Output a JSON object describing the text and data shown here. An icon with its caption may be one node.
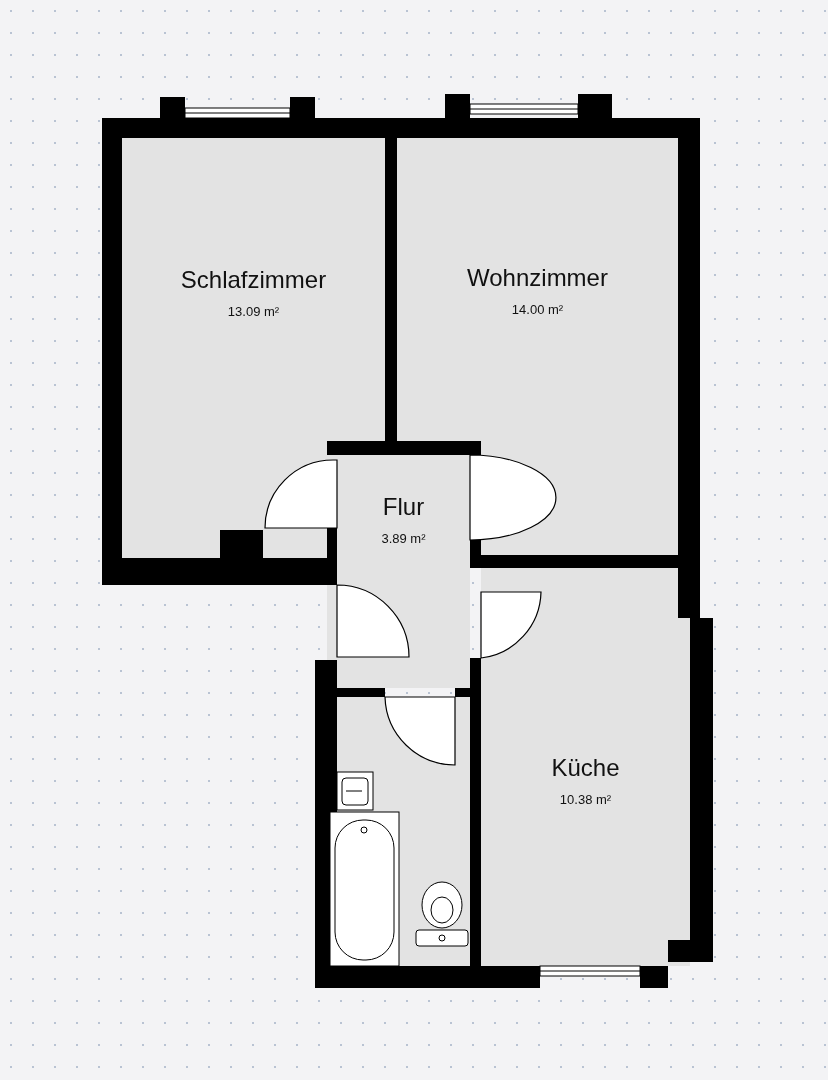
{
  "diagram": {
    "nodes": [
      {
        "text": [
          "Schlafzimmer",
          "13.09 m²"
        ]
      },
      {
        "text": [
          "Wohnzimmer",
          "14.00 m²"
        ]
      },
      {
        "text": [
          "Flur",
          "3.89 m²"
        ]
      },
      {
        "text": [
          "Küche",
          "10.38 m²"
        ]
      },
      {
        "text": [],
        "shape": "box"
      }
    ],
    "edges": []
  }
}
